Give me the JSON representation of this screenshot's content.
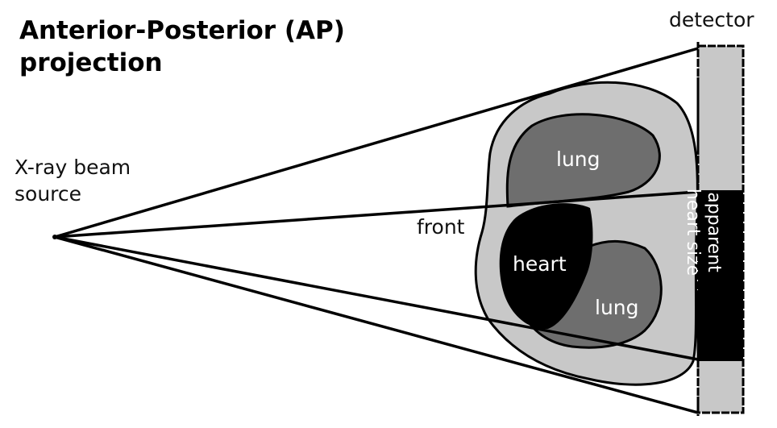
{
  "title": {
    "line1": "Anterior-Posterior (AP)",
    "line2": "projection"
  },
  "labels": {
    "source_line1": "X-ray beam",
    "source_line2": "source",
    "detector": "detector",
    "front": "front",
    "lung_upper": "lung",
    "lung_lower": "lung",
    "heart": "heart",
    "apparent_line1": "apparent",
    "apparent_line2": "heart size"
  },
  "colors": {
    "body": "#c8c8c8",
    "lung": "#6e6e6e",
    "heart": "#000000",
    "detector": "#c8c8c8",
    "shadow": "#000000"
  }
}
